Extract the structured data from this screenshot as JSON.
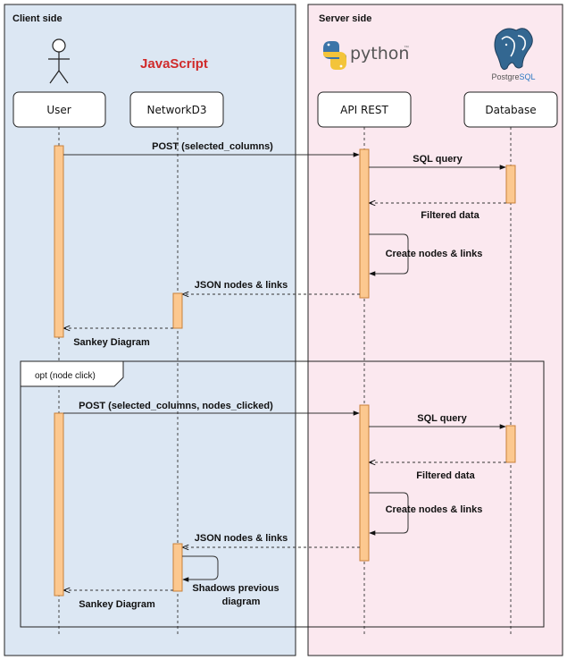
{
  "client_region": {
    "title": "Client side",
    "color": "#dce7f3"
  },
  "server_region": {
    "title": "Server side",
    "color": "#fbe8ef"
  },
  "javascript_label": "JavaScript",
  "javascript_color": "#d02a2a",
  "python_logo": {
    "text": "python",
    "tm": "™"
  },
  "postgres_logo": {
    "text_a": "Postgre",
    "text_b": "SQL"
  },
  "participants": [
    {
      "id": "user",
      "label": "User"
    },
    {
      "id": "networkd3",
      "label": "NetworkD3"
    },
    {
      "id": "api",
      "label": "API REST"
    },
    {
      "id": "database",
      "label": "Database"
    }
  ],
  "main_flow": {
    "post": "POST (selected_columns)",
    "sql": "SQL query",
    "filtered": "Filtered data",
    "create": "Create nodes & links",
    "json": "JSON nodes & links",
    "sankey": "Sankey Diagram"
  },
  "opt_fragment": {
    "label": "opt (node click)",
    "post": "POST (selected_columns, nodes_clicked)",
    "sql": "SQL query",
    "filtered": "Filtered data",
    "create": "Create nodes & links",
    "json": "JSON nodes & links",
    "shadows_line1": "Shadows previous",
    "shadows_line2": "diagram",
    "sankey": "Sankey Diagram"
  },
  "activation_color": "#fcc88f",
  "activation_stroke": "#c9803a"
}
